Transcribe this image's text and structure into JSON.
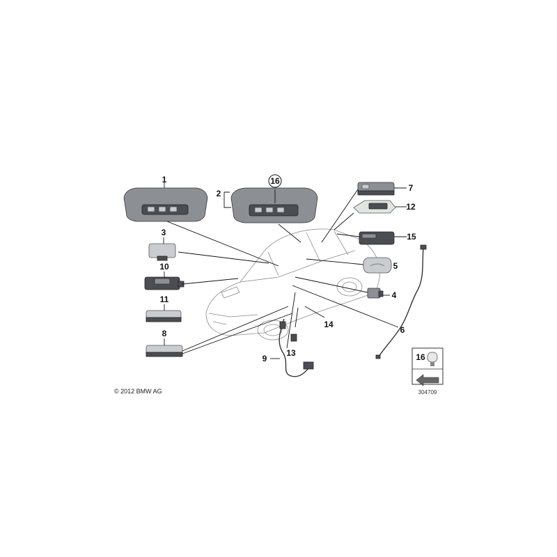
{
  "callouts": {
    "c1": "1",
    "c2": "2",
    "c16": "16",
    "c3": "3",
    "c10": "10",
    "c11": "11",
    "c8": "8",
    "c7": "7",
    "c12": "12",
    "c15": "15",
    "c5": "5",
    "c4": "4",
    "c6": "6",
    "c14": "14",
    "c13": "13",
    "c9": "9",
    "c16_box": "16"
  },
  "footer": {
    "copyright": "© 2012 BMW AG",
    "ref_number": "304709"
  },
  "colors": {
    "part_dark": "#4a4d52",
    "part_mid": "#8c9095",
    "part_light": "#c9ccd0",
    "car_outline": "#8a8a8a"
  }
}
